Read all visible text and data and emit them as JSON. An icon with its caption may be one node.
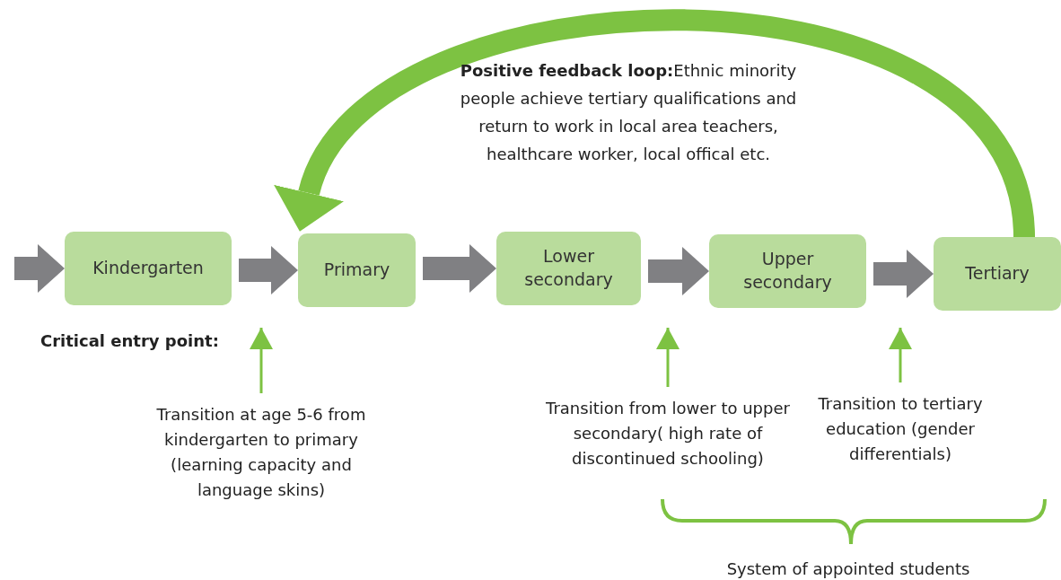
{
  "diagram": {
    "nodes": [
      {
        "text": [
          "Kindergarten"
        ]
      },
      {
        "text": [
          "Primary"
        ]
      },
      {
        "text": [
          "Lower secondary"
        ]
      },
      {
        "text": [
          "Upper secondary"
        ]
      },
      {
        "text": [
          "Tertiary"
        ]
      },
      {
        "text": [
          "Transition at age 5-6 from kindergarten to primary (learning capacity and language skins)"
        ]
      },
      {
        "text": [
          "Transition from lower to upper secondary( high rate of discontinued schooling)"
        ]
      },
      {
        "text": [
          "Transition to  tertiary education (gender differentials)"
        ]
      }
    ],
    "edges": [
      {
        "from": null,
        "to": 0,
        "arrow": "to"
      },
      {
        "from": 0,
        "to": 1,
        "arrow": "to"
      },
      {
        "from": 1,
        "to": 2,
        "arrow": "to"
      },
      {
        "from": 2,
        "to": 3,
        "arrow": "to"
      },
      {
        "from": 3,
        "to": 4,
        "arrow": "to"
      },
      {
        "from": 4,
        "to": 1,
        "arrow": "to",
        "color": "#7dc242"
      },
      {
        "from": 5,
        "to": null,
        "arrow": "to",
        "color": "#7dc242"
      },
      {
        "from": 6,
        "to": null,
        "arrow": "to",
        "color": "#7dc242"
      },
      {
        "from": 7,
        "to": null,
        "arrow": "to",
        "color": "#7dc242"
      }
    ],
    "labels": [
      "**Positive feedback loop:**Ethnic minority people achieve tertiary qualifications and return to work in local area teachers, healthcare worker, local offical etc.",
      "Critical entry point:",
      "System of appointed students"
    ]
  }
}
